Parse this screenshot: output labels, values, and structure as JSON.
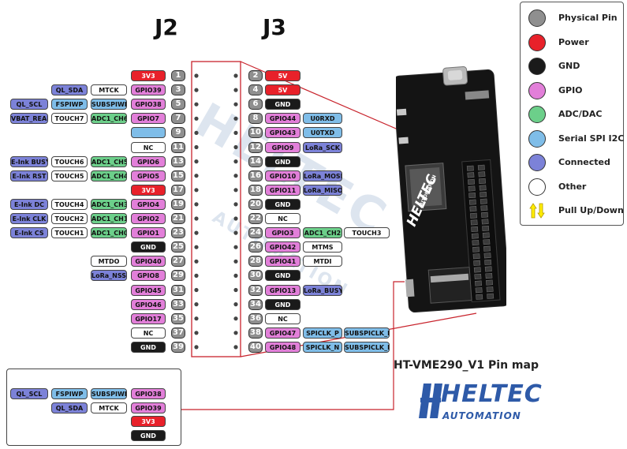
{
  "headers": {
    "j2": "J2",
    "j3": "J3"
  },
  "watermark": {
    "brand": "HELTEC",
    "sub": "AUTOMATION"
  },
  "colors": {
    "pin": "#8f8f8f",
    "power": "#e8212a",
    "gnd": "#1a1a1a",
    "gpio": "#e27fd9",
    "adc": "#6ccf8a",
    "serial": "#7fbde8",
    "connected": "#7c82d8",
    "other": "#ffffff",
    "pull": "#ffee00"
  },
  "legend": [
    {
      "type": "pin",
      "label": "Physical Pin"
    },
    {
      "type": "power",
      "label": "Power"
    },
    {
      "type": "gnd",
      "label": "GND"
    },
    {
      "type": "gpio",
      "label": "GPIO"
    },
    {
      "type": "adc",
      "label": "ADC/DAC"
    },
    {
      "type": "serial",
      "label": "Serial SPI I2C"
    },
    {
      "type": "connected",
      "label": "Connected"
    },
    {
      "type": "other",
      "label": "Other"
    },
    {
      "type": "pull",
      "label": "Pull Up/Down"
    }
  ],
  "j2_pins": [
    {
      "pin": "1",
      "labels": [
        {
          "t": "3V3",
          "c": "power"
        }
      ]
    },
    {
      "pin": "3",
      "labels": [
        {
          "t": "GPIO39",
          "c": "gpio"
        },
        {
          "t": "MTCK",
          "c": "other"
        },
        {
          "t": "QL_SDA",
          "c": "connected"
        }
      ]
    },
    {
      "pin": "5",
      "labels": [
        {
          "t": "GPIO38",
          "c": "gpio"
        },
        {
          "t": "SUBSPIWP",
          "c": "serial"
        },
        {
          "t": "FSPIWP",
          "c": "serial"
        },
        {
          "t": "QL_SCL",
          "c": "connected"
        }
      ]
    },
    {
      "pin": "7",
      "labels": [
        {
          "t": "GPIO7",
          "c": "gpio"
        },
        {
          "t": "ADC1_CH6",
          "c": "adc"
        },
        {
          "t": "TOUCH7",
          "c": "other"
        },
        {
          "t": "VBAT_READ",
          "c": "connected"
        }
      ]
    },
    {
      "pin": "9",
      "labels": [
        {
          "t": "",
          "c": "serial"
        }
      ]
    },
    {
      "pin": "11",
      "labels": [
        {
          "t": "NC",
          "c": "other"
        }
      ]
    },
    {
      "pin": "13",
      "labels": [
        {
          "t": "GPIO6",
          "c": "gpio"
        },
        {
          "t": "ADC1_CH5",
          "c": "adc"
        },
        {
          "t": "TOUCH6",
          "c": "other"
        },
        {
          "t": "E-Ink BUSY",
          "c": "connected"
        }
      ]
    },
    {
      "pin": "15",
      "labels": [
        {
          "t": "GPIO5",
          "c": "gpio"
        },
        {
          "t": "ADC1_CH4",
          "c": "adc"
        },
        {
          "t": "TOUCH5",
          "c": "other"
        },
        {
          "t": "E-Ink RST",
          "c": "connected"
        }
      ]
    },
    {
      "pin": "17",
      "labels": [
        {
          "t": "3V3",
          "c": "power"
        }
      ]
    },
    {
      "pin": "19",
      "labels": [
        {
          "t": "GPIO4",
          "c": "gpio"
        },
        {
          "t": "ADC1_CH3",
          "c": "adc"
        },
        {
          "t": "TOUCH4",
          "c": "other"
        },
        {
          "t": "E-Ink DC",
          "c": "connected"
        }
      ]
    },
    {
      "pin": "21",
      "labels": [
        {
          "t": "GPIO2",
          "c": "gpio"
        },
        {
          "t": "ADC1_CH1",
          "c": "adc"
        },
        {
          "t": "TOUCH2",
          "c": "other"
        },
        {
          "t": "E-Ink CLK",
          "c": "connected"
        }
      ]
    },
    {
      "pin": "23",
      "labels": [
        {
          "t": "GPIO1",
          "c": "gpio"
        },
        {
          "t": "ADC1_CH0",
          "c": "adc"
        },
        {
          "t": "TOUCH1",
          "c": "other"
        },
        {
          "t": "E-Ink CS",
          "c": "connected"
        }
      ]
    },
    {
      "pin": "25",
      "labels": [
        {
          "t": "GND",
          "c": "gnd"
        }
      ]
    },
    {
      "pin": "27",
      "labels": [
        {
          "t": "GPIO40",
          "c": "gpio"
        },
        {
          "t": "MTDO",
          "c": "other"
        }
      ]
    },
    {
      "pin": "29",
      "labels": [
        {
          "t": "GPIO8",
          "c": "gpio"
        },
        {
          "t": "LoRa_NSS",
          "c": "connected"
        }
      ]
    },
    {
      "pin": "31",
      "labels": [
        {
          "t": "GPIO45",
          "c": "gpio"
        }
      ]
    },
    {
      "pin": "33",
      "labels": [
        {
          "t": "GPIO46",
          "c": "gpio"
        }
      ]
    },
    {
      "pin": "35",
      "labels": [
        {
          "t": "GPIO17",
          "c": "gpio"
        }
      ]
    },
    {
      "pin": "37",
      "labels": [
        {
          "t": "NC",
          "c": "other"
        }
      ]
    },
    {
      "pin": "39",
      "labels": [
        {
          "t": "GND",
          "c": "gnd"
        }
      ]
    }
  ],
  "j3_pins": [
    {
      "pin": "2",
      "labels": [
        {
          "t": "5V",
          "c": "power"
        }
      ]
    },
    {
      "pin": "4",
      "labels": [
        {
          "t": "5V",
          "c": "power"
        }
      ]
    },
    {
      "pin": "6",
      "labels": [
        {
          "t": "GND",
          "c": "gnd"
        }
      ]
    },
    {
      "pin": "8",
      "labels": [
        {
          "t": "GPIO44",
          "c": "gpio"
        },
        {
          "t": "U0RXD",
          "c": "serial"
        }
      ]
    },
    {
      "pin": "10",
      "labels": [
        {
          "t": "GPIO43",
          "c": "gpio"
        },
        {
          "t": "U0TXD",
          "c": "serial"
        }
      ]
    },
    {
      "pin": "12",
      "labels": [
        {
          "t": "GPIO9",
          "c": "gpio"
        },
        {
          "t": "LoRa_SCK",
          "c": "connected"
        }
      ]
    },
    {
      "pin": "14",
      "labels": [
        {
          "t": "GND",
          "c": "gnd"
        }
      ]
    },
    {
      "pin": "16",
      "labels": [
        {
          "t": "GPIO10",
          "c": "gpio"
        },
        {
          "t": "LoRa_MOSI",
          "c": "connected"
        }
      ]
    },
    {
      "pin": "18",
      "labels": [
        {
          "t": "GPIO11",
          "c": "gpio"
        },
        {
          "t": "LoRa_MISO",
          "c": "connected"
        }
      ]
    },
    {
      "pin": "20",
      "labels": [
        {
          "t": "GND",
          "c": "gnd"
        }
      ]
    },
    {
      "pin": "22",
      "labels": [
        {
          "t": "NC",
          "c": "other"
        }
      ]
    },
    {
      "pin": "24",
      "labels": [
        {
          "t": "GPIO3",
          "c": "gpio"
        },
        {
          "t": "ADC1_CH2",
          "c": "adc"
        },
        {
          "t": "TOUCH3",
          "c": "other"
        }
      ]
    },
    {
      "pin": "26",
      "labels": [
        {
          "t": "GPIO42",
          "c": "gpio"
        },
        {
          "t": "MTMS",
          "c": "other"
        }
      ]
    },
    {
      "pin": "28",
      "labels": [
        {
          "t": "GPIO41",
          "c": "gpio"
        },
        {
          "t": "MTDI",
          "c": "other"
        }
      ]
    },
    {
      "pin": "30",
      "labels": [
        {
          "t": "GND",
          "c": "gnd"
        }
      ]
    },
    {
      "pin": "32",
      "labels": [
        {
          "t": "GPIO13",
          "c": "gpio"
        },
        {
          "t": "LoRa_BUSY",
          "c": "connected"
        }
      ]
    },
    {
      "pin": "34",
      "labels": [
        {
          "t": "GND",
          "c": "gnd"
        }
      ]
    },
    {
      "pin": "36",
      "labels": [
        {
          "t": "NC",
          "c": "other"
        }
      ]
    },
    {
      "pin": "38",
      "labels": [
        {
          "t": "GPIO47",
          "c": "gpio"
        },
        {
          "t": "SPICLK_P",
          "c": "serial"
        },
        {
          "t": "SUBSPICLK_P",
          "c": "serial"
        }
      ]
    },
    {
      "pin": "40",
      "labels": [
        {
          "t": "GPIO48",
          "c": "gpio"
        },
        {
          "t": "SPICLK_N",
          "c": "serial"
        },
        {
          "t": "SUBSPICLK_N",
          "c": "serial"
        }
      ]
    }
  ],
  "inset_rows": [
    {
      "labels": [
        {
          "t": "GPIO38",
          "c": "gpio"
        },
        {
          "t": "SUBSPIWP",
          "c": "serial"
        },
        {
          "t": "FSPIWP",
          "c": "serial"
        },
        {
          "t": "QL_SCL",
          "c": "connected"
        }
      ]
    },
    {
      "labels": [
        {
          "t": "GPIO39",
          "c": "gpio"
        },
        {
          "t": "MTCK",
          "c": "other"
        },
        {
          "t": "QL_SDA",
          "c": "connected"
        }
      ]
    },
    {
      "labels": [
        {
          "t": "3V3",
          "c": "power"
        }
      ]
    },
    {
      "labels": [
        {
          "t": "GND",
          "c": "gnd"
        }
      ]
    }
  ],
  "board": {
    "silk_brand": "HELTEC",
    "silk_sub": "AUTOMATION"
  },
  "title": "HT-VME290_V1 Pin map",
  "logo": {
    "brand": "HELTEC",
    "sub": "AUTOMATION"
  }
}
